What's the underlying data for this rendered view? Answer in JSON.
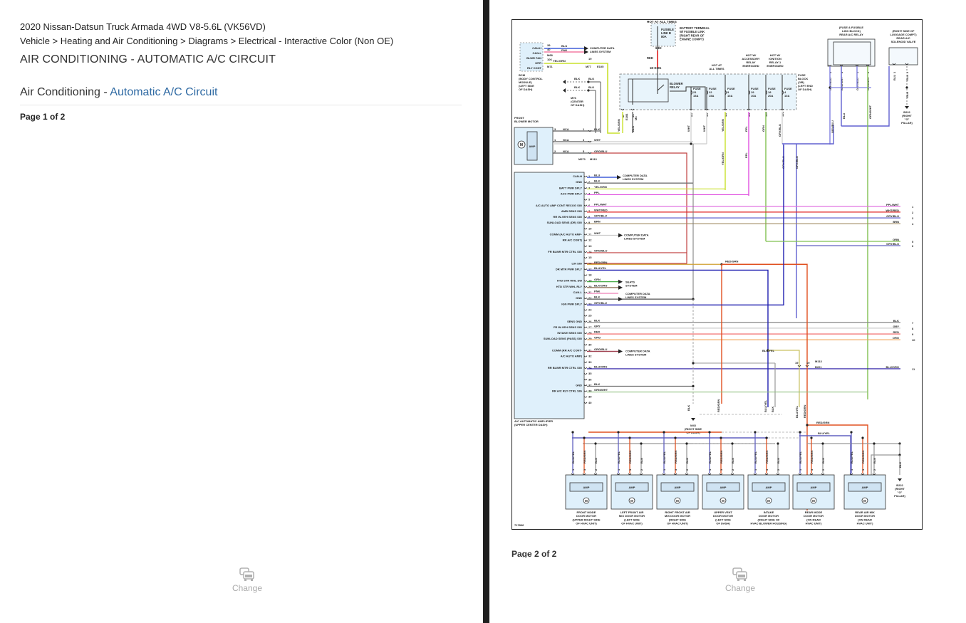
{
  "header": {
    "vehicle": "2020 Nissan-Datsun Truck Armada 4WD V8-5.6L (VK56VD)",
    "breadcrumb": "Vehicle > Heating and Air Conditioning > Diagrams > Electrical - Interactive Color (Non OE)",
    "title": "AIR CONDITIONING - AUTOMATIC A/C CIRCUIT",
    "subtitle_prefix": "Air Conditioning - ",
    "subtitle_link": "Automatic A/C Circuit"
  },
  "pages": {
    "page1": "Page 1 of 2",
    "page2": "Page 2 of 2"
  },
  "change_button": {
    "label": "Change",
    "icon": "cars-icon"
  },
  "diagram": {
    "id_number": "717806",
    "colors": {
      "frame": "#222",
      "module_fill": "#dff0fb",
      "fuse_fill": "#e8f4fb"
    },
    "hot_at_all_times_top": "HOT AT ALL TIMES",
    "fusible_link": [
      "FUSIBLE",
      "LINK B",
      "80A"
    ],
    "battery_terminal": [
      "BATTERY TERMINAL",
      "W/ FUSIBLE LINK",
      "(RIGHT REAR OF",
      "ENGINE COMPT)"
    ],
    "e2_label": "6  E2",
    "red_label": "RED",
    "e101_label": "1D  E101",
    "bcm": {
      "pins": [
        "CAN-H",
        "CAN-L",
        "BLWR FAN",
        "MTR",
        "RLY CONT"
      ],
      "numbers": [
        "39",
        "40",
        "M68",
        "106",
        "M71"
      ],
      "wires": [
        "BLU",
        "PNK",
        "YEL/GRN"
      ],
      "dest": [
        "COMPUTER DATA",
        "LINES SYSTEM"
      ],
      "connector": [
        "19",
        "M77",
        "E105"
      ],
      "name": [
        "BCM",
        "(BODY CONTROL",
        "MODULE)",
        "(LEFT SIDE",
        "OF DASH)"
      ]
    },
    "m76": {
      "wires": [
        "BLK",
        "BLK",
        "BLK",
        "BLK"
      ],
      "name": [
        "M76",
        "(CENTER",
        "OF DASH)"
      ]
    },
    "blower_relay": [
      "BLOWER",
      "RELAY"
    ],
    "hot_labels": [
      [
        "HOT AT",
        "ALL TIMES"
      ],
      [
        "HOT W/",
        "ACCESSORY",
        "RELAY",
        "ENERGIZED"
      ],
      [
        "HOT W/",
        "IGNITION",
        "RELAY-1",
        "ENERGIZED"
      ]
    ],
    "fuses": [
      {
        "name": "FUSE",
        "num": "21",
        "amp": "15A"
      },
      {
        "name": "FUSE",
        "num": "22",
        "amp": "15A"
      },
      {
        "name": "FUSE",
        "num": "9",
        "amp": "10A"
      },
      {
        "name": "FUSE",
        "num": "19",
        "amp": "10A"
      },
      {
        "name": "FUSE",
        "num": "18",
        "amp": "20A"
      },
      {
        "name": "FUSE",
        "num": "4",
        "amp": "10A"
      }
    ],
    "fuse_block": [
      "FUSE",
      "BLOCK",
      "(J/B)",
      "(LEFT END",
      "OF DASH)"
    ],
    "fuse_block_pins": [
      "6F",
      "E106",
      "3C",
      "M3",
      "8A",
      "3A",
      "4A",
      "5A",
      "M1",
      "10F",
      "E106",
      "12C",
      "M3"
    ],
    "fuse_block_wires": [
      "YEL/GRN",
      "BLK",
      "WHT",
      "WHT",
      "YEL/GRN",
      "PPL",
      "GRN",
      "GRY/BLU"
    ],
    "front_blower": {
      "name": [
        "FRONT",
        "BLOWER MOTOR"
      ],
      "amp": "AMP",
      "motor": "M",
      "rows": [
        {
          "pin": "3",
          "nca": "NCA",
          "cpin": "1",
          "wire": "BLK"
        },
        {
          "pin": "1",
          "nca": "NCA",
          "cpin": "3",
          "wire": "WHT"
        },
        {
          "pin": "2",
          "nca": "NCA",
          "cpin": "5",
          "wire": "ORG/BLU"
        }
      ],
      "connectors": [
        "M271",
        "M113"
      ]
    },
    "rear_relay": {
      "title": [
        "(FUSE & FUSIBLE",
        "LINK BLOCK)",
        "REAR A/C RELAY"
      ],
      "pins": [
        "3",
        "5",
        "1",
        "2"
      ],
      "wires": [
        "GRY/BLU",
        "BLU/WHT",
        "GRY/BLU",
        "GRN/WHT"
      ],
      "conns": [
        "E107",
        "M3",
        "M2",
        "E107",
        "M2",
        "E109"
      ],
      "extra_wires": [
        "GRY/BLU",
        "BLU",
        "GRN/WHT"
      ],
      "extra_pins": [
        "9F",
        "6",
        "16"
      ]
    },
    "solenoid": {
      "title": [
        "(RIGHT SIDE OF",
        "LUGGAGE COMPT)",
        "REAR A/C",
        "SOLENOID VALVE"
      ],
      "pins": [
        "1",
        "2"
      ],
      "wires": [
        "BLU",
        "BLK",
        "BLK"
      ],
      "ground": [
        "B222",
        "(RIGHT",
        "\"G\"",
        "PILLAR)"
      ]
    },
    "amplifier": {
      "name": [
        "A/C AUTOMATIC AMPLIFIER",
        "(UPPER CENTER DASH)"
      ],
      "pins": [
        {
          "n": "1",
          "label": "CAN-H",
          "wire": "BLU",
          "color": "#1a3fd1"
        },
        {
          "n": "2",
          "label": "GND",
          "wire": "BLK",
          "color": "#555555"
        },
        {
          "n": "3",
          "label": "BATT PWR SPLY",
          "wire": "YEL/GRN",
          "color": "#c9e02c"
        },
        {
          "n": "4",
          "label": "ACC PWR SPLY",
          "wire": "PPL",
          "color": "#e050e0"
        },
        {
          "n": "5",
          "label": "",
          "wire": "",
          "color": ""
        },
        {
          "n": "6",
          "label": "A/C AUTO AMP CONT RECOG SIG",
          "wire": "PPL/WHT",
          "color": "#e070e0"
        },
        {
          "n": "7",
          "label": "AMB SENS SIG",
          "wire": "WHT/RED",
          "color": "#e02020"
        },
        {
          "n": "8",
          "label": "RR IN-VEH SENS SIG",
          "wire": "GRY/BLU",
          "color": "#5050c8"
        },
        {
          "n": "9",
          "label": "SUNLOAD SENS (DR) SIG",
          "wire": "BRN",
          "color": "#a08a60"
        },
        {
          "n": "10",
          "label": "",
          "wire": "",
          "color": ""
        },
        {
          "n": "11",
          "label": "COMM (A/C AUTO AMP-",
          "wire": "WHT",
          "color": "#cccccc"
        },
        {
          "n": "12",
          "label": "RR A/C CONT)",
          "wire": "",
          "color": ""
        },
        {
          "n": "13",
          "label": "",
          "wire": "",
          "color": ""
        },
        {
          "n": "14",
          "label": "FR BLWR MTR CTRL SIG",
          "wire": "ORG/BLU",
          "color": "#c04040"
        },
        {
          "n": "15",
          "label": "",
          "wire": "",
          "color": ""
        },
        {
          "n": "16",
          "label": "LIN SIG",
          "wire": "RED/GRN",
          "color": "#d0a030"
        },
        {
          "n": "17",
          "label": "DR MTR PWR SPLY",
          "wire": "BLU/YEL",
          "color": "#2020b0"
        },
        {
          "n": "18",
          "label": "",
          "wire": "",
          "color": ""
        },
        {
          "n": "19",
          "label": "HTD STR WHL SW",
          "wire": "GRN",
          "color": "#30a030"
        },
        {
          "n": "20",
          "label": "HTD STR WHL RLY",
          "wire": "BLK/ORG",
          "color": "#8a6a50"
        },
        {
          "n": "21",
          "label": "CAN-L",
          "wire": "PNK",
          "color": "#f090c0"
        },
        {
          "n": "22",
          "label": "GND",
          "wire": "BLK",
          "color": "#555555"
        },
        {
          "n": "23",
          "label": "IGN PWR SPLY",
          "wire": "GRY/BLU",
          "color": "#2020b0"
        },
        {
          "n": "24",
          "label": "",
          "wire": "",
          "color": ""
        },
        {
          "n": "25",
          "label": "",
          "wire": "",
          "color": ""
        },
        {
          "n": "26",
          "label": "SENS GND",
          "wire": "BLK",
          "color": "#888888"
        },
        {
          "n": "27",
          "label": "FR IN-VEH SENS SIG",
          "wire": "GRY",
          "color": "#cccccc"
        },
        {
          "n": "28",
          "label": "INTAKE SENS SIG",
          "wire": "RED",
          "color": "#f06060"
        },
        {
          "n": "29",
          "label": "SUNLOAD SENS (PASS) SIG",
          "wire": "ORG",
          "color": "#f0a050"
        },
        {
          "n": "30",
          "label": "",
          "wire": "",
          "color": ""
        },
        {
          "n": "31",
          "label": "COMM (RR A/C CONT-",
          "wire": "ORG/BLU",
          "color": "#a04050"
        },
        {
          "n": "32",
          "label": "A/C AUTO AMP)",
          "wire": "",
          "color": ""
        },
        {
          "n": "33",
          "label": "",
          "wire": "",
          "color": ""
        },
        {
          "n": "34",
          "label": "RR BLWR MTR CTRL SIG",
          "wire": "BLU/ORG",
          "color": "#2010a0"
        },
        {
          "n": "35",
          "label": "",
          "wire": "",
          "color": ""
        },
        {
          "n": "36",
          "label": "",
          "wire": "",
          "color": ""
        },
        {
          "n": "37",
          "label": "GND",
          "wire": "BLK",
          "color": "#555555"
        },
        {
          "n": "38",
          "label": "RR A/C RLY CTRL SIG",
          "wire": "GRN/WHT",
          "color": "#90c080"
        },
        {
          "n": "39",
          "label": "",
          "wire": "",
          "color": ""
        },
        {
          "n": "40",
          "label": "",
          "wire": "",
          "color": ""
        }
      ],
      "dest_computer": [
        "COMPUTER DATA",
        "LINES SYSTEM"
      ],
      "dest_seats": [
        "SEATS",
        "SYSTEM"
      ]
    },
    "right_numbers": [
      {
        "wire": "PPL/WHT",
        "n": "1"
      },
      {
        "wire": "WHT/RED",
        "n": "2"
      },
      {
        "wire": "GRY/BLU",
        "n": "3"
      },
      {
        "wire": "BRN",
        "n": "4"
      },
      {
        "wire": "GRN",
        "n": "5"
      },
      {
        "wire": "GRY/BLU",
        "n": "6"
      },
      {
        "wire": "BLK",
        "n": "7"
      },
      {
        "wire": "GRY",
        "n": "8"
      },
      {
        "wire": "RED",
        "n": "9"
      },
      {
        "wire": "ORG",
        "n": "10"
      },
      {
        "wire": "BLU/ORG",
        "n": "11"
      }
    ],
    "mid_labels": {
      "red_grn": "RED/GRN",
      "blu_yel": "BLU/YEL",
      "m113": "M113",
      "b201": "B201",
      "pin19a": "19",
      "pin19b": "19",
      "m43": [
        "M43",
        "(RIGHT SIDE",
        "OF DASH)"
      ],
      "vert": [
        "BLK",
        "RED/GRN",
        "BLU/YEL",
        "BLK",
        "BLU/YEL",
        "RED/GRN"
      ]
    },
    "motors": [
      {
        "name": [
          "FRONT MODE",
          "DOOR MOTOR",
          "(UPPER RIGHT SIDE",
          "OF HVAC UNIT)"
        ]
      },
      {
        "name": [
          "LEFT FRONT AIR",
          "MIX DOOR MOTOR",
          "(LEFT SIDE",
          "OF HVAC UNIT)"
        ]
      },
      {
        "name": [
          "RIGHT FRONT AIR",
          "MIX DOOR MOTOR",
          "(RIGHT SIDE",
          "OF HVAC UNIT)"
        ]
      },
      {
        "name": [
          "UPPER VENT",
          "DOOR MOTOR",
          "(LEFT SIDE",
          "OF DASH)"
        ]
      },
      {
        "name": [
          "INTAKE",
          "DOOR MOTOR",
          "(RIGHT SIDE OF",
          "HVAC BLOWER HOUSING)"
        ]
      },
      {
        "name": [
          "REAR MODE",
          "DOOR MOTOR",
          "(ON REAR",
          "HVAC UNIT)"
        ]
      },
      {
        "name": [
          "REAR AIR MIX",
          "DOOR MOTOR",
          "(ON REAR",
          "HVAC UNIT)"
        ]
      }
    ],
    "motor_pins": {
      "wires": [
        "BLU/YEL",
        "RED/GRN",
        "BLK"
      ],
      "nums": [
        "1",
        "3",
        "2"
      ],
      "amp": "AMP",
      "m": "M"
    },
    "bottom_ground": [
      "B222",
      "(RIGHT",
      "\"G\"",
      "PILLAR)"
    ],
    "bottom_ground_wire": "BLK"
  }
}
